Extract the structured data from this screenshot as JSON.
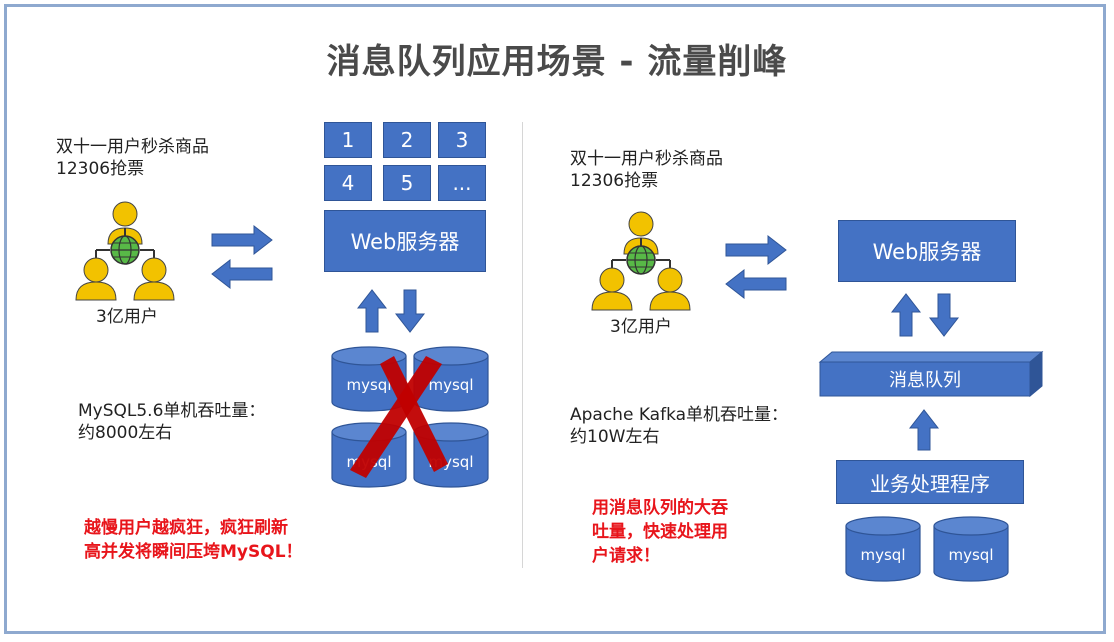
{
  "title": "消息队列应用场景 - 流量削峰",
  "left": {
    "scenario": [
      "双十一用户秒杀商品",
      "12306抢票"
    ],
    "users_label": "3亿用户",
    "grid_cells": [
      "1",
      "2",
      "3",
      "4",
      "5",
      "..."
    ],
    "server_label": "Web服务器",
    "db_labels": [
      "mysql",
      "mysql",
      "mysql",
      "mysql"
    ],
    "throughput": [
      "MySQL5.6单机吞吐量：",
      "约8000左右"
    ],
    "warning": [
      "越慢用户越疯狂，疯狂刷新",
      "高并发将瞬间压垮MySQL！"
    ]
  },
  "right": {
    "scenario": [
      "双十一用户秒杀商品",
      "12306抢票"
    ],
    "users_label": "3亿用户",
    "server_label": "Web服务器",
    "queue_label": "消息队列",
    "business_label": "业务处理程序",
    "db_labels": [
      "mysql",
      "mysql"
    ],
    "throughput": [
      "Apache Kafka单机吞吐量：",
      "约10W左右"
    ],
    "note": [
      "用消息队列的大吞",
      "吐量，快速处理用",
      "户请求！"
    ]
  },
  "colors": {
    "box_blue": "#4472c4",
    "box_border": "#2f5597",
    "user_yellow": "#f2c200",
    "globe_green": "#58b947",
    "cross_red": "#c00000",
    "warning_red": "#e8151b",
    "frame": "#8ea9cf"
  }
}
